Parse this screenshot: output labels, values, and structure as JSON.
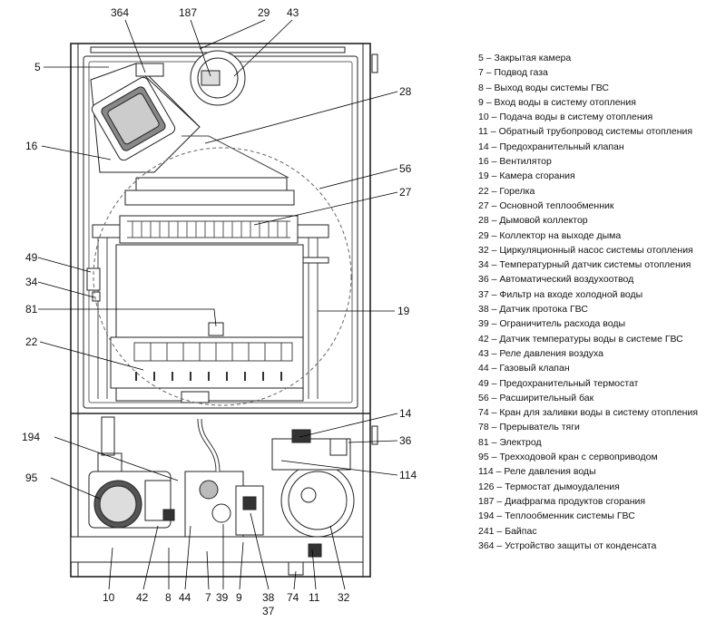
{
  "callouts": [
    "364",
    "187",
    "29",
    "43",
    "5",
    "28",
    "16",
    "56",
    "27",
    "49",
    "34",
    "81",
    "19",
    "22",
    "14",
    "194",
    "36",
    "95",
    "114",
    "10",
    "42",
    "8",
    "44",
    "7",
    "39",
    "9",
    "38",
    "37",
    "74",
    "11",
    "32"
  ],
  "legend": [
    "5 – Закрытая камера",
    "7 – Подвод газа",
    "8 – Выход воды системы ГВС",
    "9 – Вход воды в систему отопления",
    "10 – Подача воды в систему отопления",
    "11 – Обратный трубопровод системы отопления",
    "14 – Предохранительный клапан",
    "16 – Вентилятор",
    "19 – Камера сгорания",
    "22 – Горелка",
    "27 – Основной теплообменник",
    "28 – Дымовой коллектор",
    "29 – Коллектор на выходе дыма",
    "32 – Циркуляционный насос системы отопления",
    "34 – Температурный датчик системы отопления",
    "36 – Автоматический воздухоотвод",
    "37 – Фильтр на входе холодной воды",
    "38 – Датчик протока ГВС",
    "39 – Ограничитель расхода воды",
    "42 – Датчик температуры воды в системе ГВС",
    "43 – Реле давления воздуха",
    "44 – Газовый клапан",
    "49 – Предохранительный термостат",
    "56 – Расширительный бак",
    "74 – Кран для заливки воды в систему отопления",
    "78 – Прерыватель тяги",
    "81 – Электрод",
    "95 – Трехходовой кран с сервоприводом",
    "114 – Реле давления воды",
    "126 – Термостат дымоудаления",
    "187 – Диафрагма продуктов сгорания",
    "194 – Теплообменник системы ГВС",
    "241 – Байпас",
    "364 – Устройство защиты от конденсата"
  ]
}
